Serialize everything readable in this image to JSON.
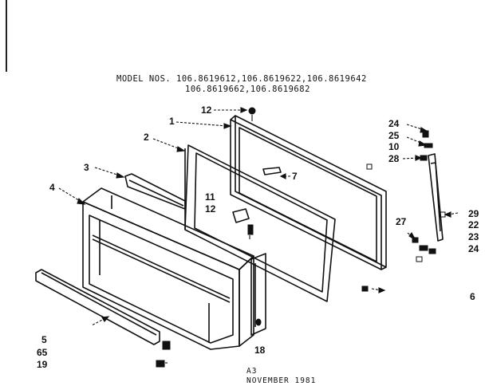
{
  "header": {
    "line1": "MODEL NOS. 106.8619612,106.8619622,106.8619642",
    "line2": "106.8619662,106.8619682"
  },
  "callouts": {
    "c1": "1",
    "c2": "2",
    "c3": "3",
    "c4": "4",
    "c5": "5",
    "c65": "65",
    "c19": "19",
    "c6": "6",
    "c7": "7",
    "c10": "10",
    "c11": "11",
    "c12a": "12",
    "c12b": "12",
    "c18": "18",
    "c22": "22",
    "c23": "23",
    "c24a": "24",
    "c24b": "24",
    "c25": "25",
    "c27": "27",
    "c28": "28",
    "c29": "29"
  },
  "footer": {
    "code": "A3",
    "date": "NOVEMBER 1981"
  }
}
